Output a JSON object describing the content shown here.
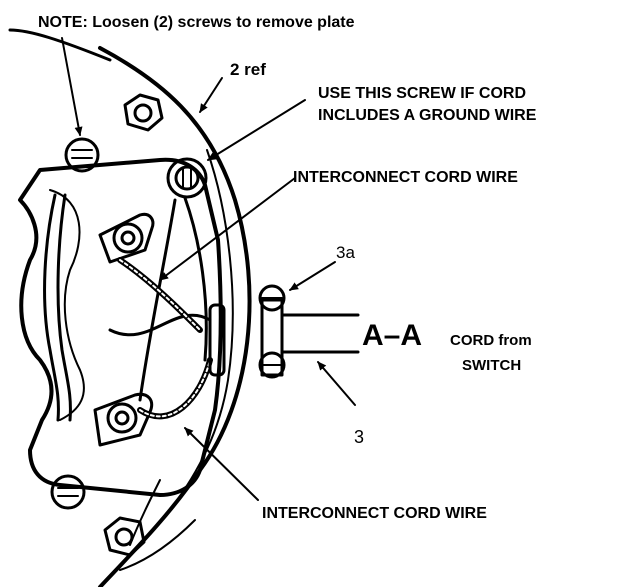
{
  "labels": {
    "note": "NOTE: Loosen (2) screws to remove plate",
    "ref2": "2 ref",
    "ground_line1": "USE THIS SCREW IF CORD",
    "ground_line2": "INCLUDES A GROUND WIRE",
    "interconnect_top": "INTERCONNECT CORD WIRE",
    "ref3a": "3a",
    "section": "A–A",
    "cord_line1": "CORD from",
    "cord_line2": "SWITCH",
    "ref3": "3",
    "interconnect_bottom": "INTERCONNECT CORD WIRE"
  }
}
